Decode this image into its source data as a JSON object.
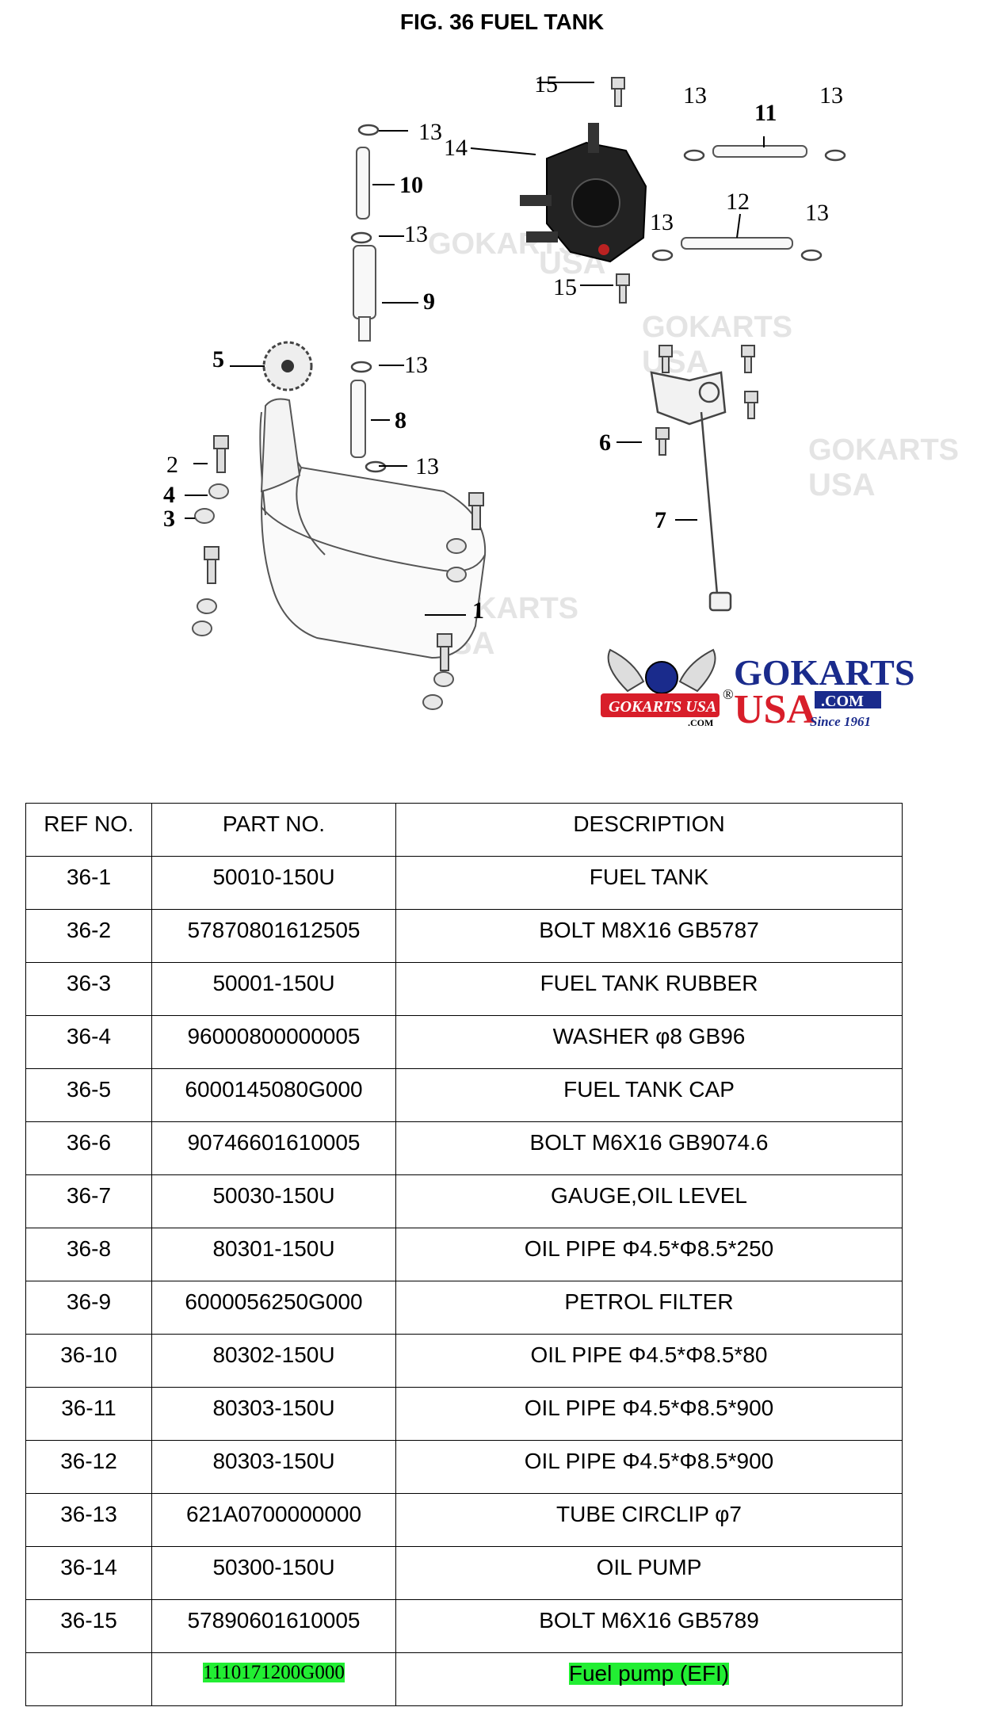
{
  "page": {
    "title": "FIG. 36 FUEL TANK"
  },
  "diagram": {
    "callouts": [
      "1",
      "2",
      "3",
      "4",
      "5",
      "6",
      "7",
      "8",
      "9",
      "10",
      "11",
      "12",
      "13",
      "14",
      "15"
    ],
    "logo": {
      "word1": "GOKARTS",
      "word2": "USA",
      "dotcom": ".COM",
      "since": "Since 1961",
      "badge": "GOKARTS USA",
      "badge_sub": ".COM",
      "registered": "®"
    }
  },
  "table": {
    "headers": [
      "REF NO.",
      "PART NO.",
      "DESCRIPTION"
    ],
    "rows": [
      {
        "ref": "36-1",
        "part": "50010-150U",
        "desc": "FUEL TANK"
      },
      {
        "ref": "36-2",
        "part": "57870801612505",
        "desc": "BOLT M8X16 GB5787"
      },
      {
        "ref": "36-3",
        "part": "50001-150U",
        "desc": "FUEL TANK RUBBER"
      },
      {
        "ref": "36-4",
        "part": "96000800000005",
        "desc": "WASHER φ8 GB96"
      },
      {
        "ref": "36-5",
        "part": "6000145080G000",
        "desc": "FUEL TANK CAP"
      },
      {
        "ref": "36-6",
        "part": "90746601610005",
        "desc": "BOLT M6X16 GB9074.6"
      },
      {
        "ref": "36-7",
        "part": "50030-150U",
        "desc": "GAUGE,OIL LEVEL"
      },
      {
        "ref": "36-8",
        "part": "80301-150U",
        "desc": "OIL PIPE Φ4.5*Φ8.5*250"
      },
      {
        "ref": "36-9",
        "part": "6000056250G000",
        "desc": "PETROL FILTER"
      },
      {
        "ref": "36-10",
        "part": "80302-150U",
        "desc": "OIL PIPE Φ4.5*Φ8.5*80"
      },
      {
        "ref": "36-11",
        "part": "80303-150U",
        "desc": "OIL PIPE Φ4.5*Φ8.5*900"
      },
      {
        "ref": "36-12",
        "part": "80303-150U",
        "desc": "OIL PIPE Φ4.5*Φ8.5*900"
      },
      {
        "ref": "36-13",
        "part": "621A0700000000",
        "desc": "TUBE CIRCLIP φ7"
      },
      {
        "ref": "36-14",
        "part": "50300-150U",
        "desc": "OIL PUMP"
      },
      {
        "ref": "36-15",
        "part": "57890601610005",
        "desc": "BOLT M6X16 GB5789"
      },
      {
        "ref": "",
        "part": "1110171200G000",
        "desc": "Fuel pump (EFI)"
      }
    ]
  },
  "colors": {
    "highlight": "#22ee33",
    "logo_blue": "#1a2b8c",
    "logo_red": "#d81e2a",
    "watermark": "#e6e6e6"
  }
}
